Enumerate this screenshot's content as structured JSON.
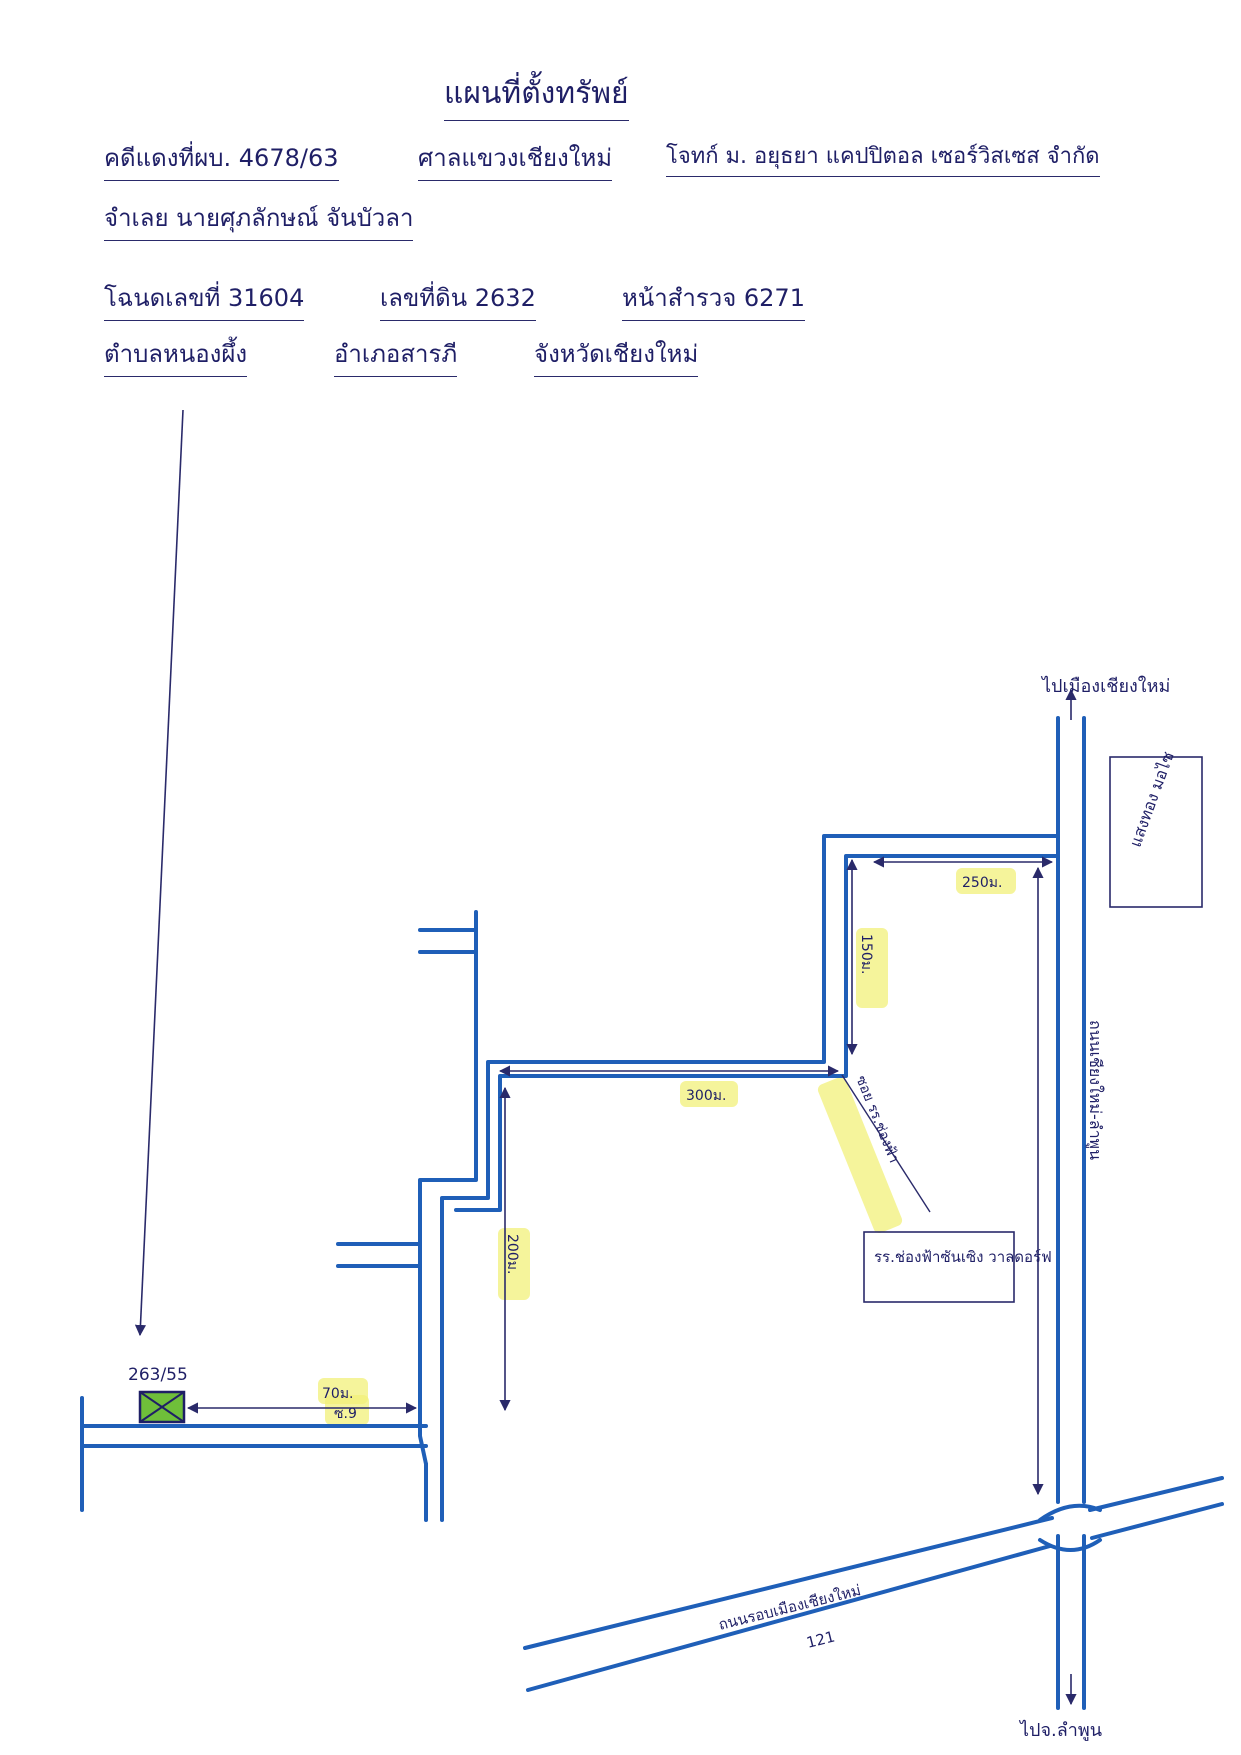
{
  "header": {
    "title": "แผนที่ตั้งทรัพย์",
    "case_no": "คดีแดงที่ผบ. 4678/63",
    "court": "ศาลแขวงเชียงใหม่",
    "plaintiff": "โจทก์ ม. อยุธยา แคปปิตอล เซอร์วิสเซส จำกัด",
    "defendant": "จำเลย นายศุภลักษณ์ จันบัวลา",
    "deed_no": "โฉนดเลขที่ 31604",
    "land_no": "เลขที่ดิน 2632",
    "survey_page": "หน้าสำรวจ 6271",
    "subdistrict": "ตำบลหนองผึ้ง",
    "district": "อำเภอสารภี",
    "province": "จังหวัดเชียงใหม่"
  },
  "map": {
    "property_label": "263/55",
    "to_city": "ไปเมืองเชียงใหม่",
    "to_lamphun": "ไปจ.ลำพูน",
    "shop_label": "แสงทอง มอไซ",
    "school_label": "รร.ช่องฟ้าซันเซิง วาลดอร์ฟ",
    "soi_label": "ซ.9",
    "main_road_label": "ถนนเชียงใหม่-ลำพูน",
    "ring_road_label": "ถนนรอบเมืองเชียงใหม่",
    "ring_road_number": "121",
    "soi_school_label": "ซอย รร.ช่องฟ้า",
    "dist_70": "70ม.",
    "dist_200": "200ม.",
    "dist_300": "300ม.",
    "dist_150": "150ม.",
    "dist_250": "250ม."
  }
}
